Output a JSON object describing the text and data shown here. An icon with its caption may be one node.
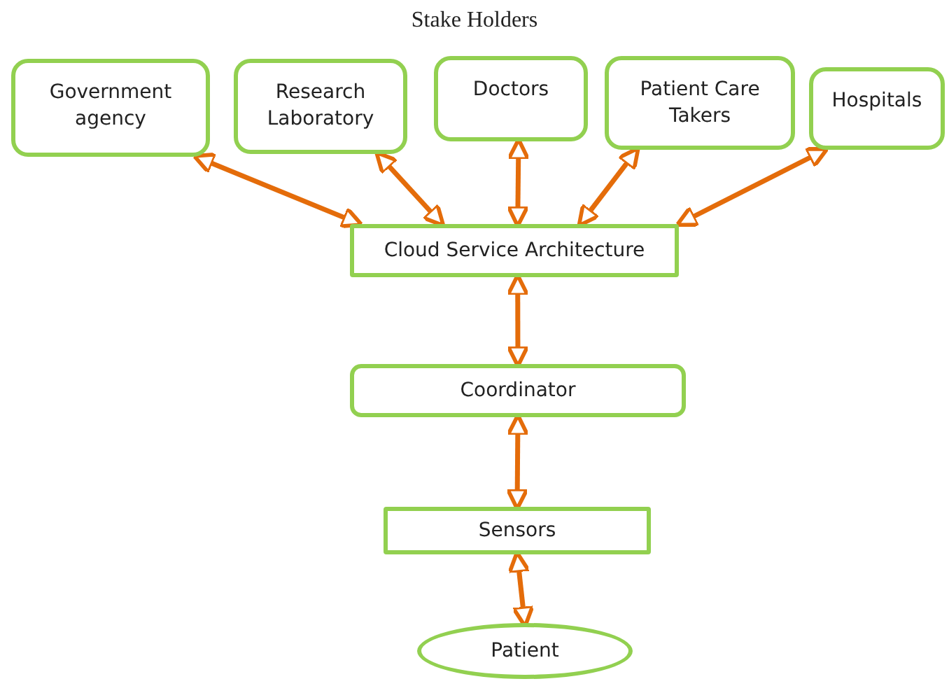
{
  "diagram": {
    "title": "Stake Holders",
    "nodes": [
      {
        "text": [
          "Government agency"
        ]
      },
      {
        "text": [
          "Research Laboratory"
        ]
      },
      {
        "text": [
          "Doctors"
        ]
      },
      {
        "text": [
          "Patient Care Takers"
        ]
      },
      {
        "text": [
          "Hospitals"
        ]
      },
      {
        "text": [
          "Cloud Service Architecture"
        ]
      },
      {
        "text": [
          "Coordinator"
        ]
      },
      {
        "text": [
          "Sensors"
        ]
      },
      {
        "text": [
          "Patient"
        ]
      }
    ],
    "edges": [
      {
        "from": 0,
        "to": 5,
        "arrow": "both"
      },
      {
        "from": 1,
        "to": 5,
        "arrow": "both"
      },
      {
        "from": 2,
        "to": 5,
        "arrow": "both"
      },
      {
        "from": 3,
        "to": 5,
        "arrow": "both"
      },
      {
        "from": 4,
        "to": 5,
        "arrow": "both"
      },
      {
        "from": 5,
        "to": 6,
        "arrow": "both"
      },
      {
        "from": 6,
        "to": 7,
        "arrow": "both"
      },
      {
        "from": 7,
        "to": 8,
        "arrow": "both"
      }
    ]
  }
}
